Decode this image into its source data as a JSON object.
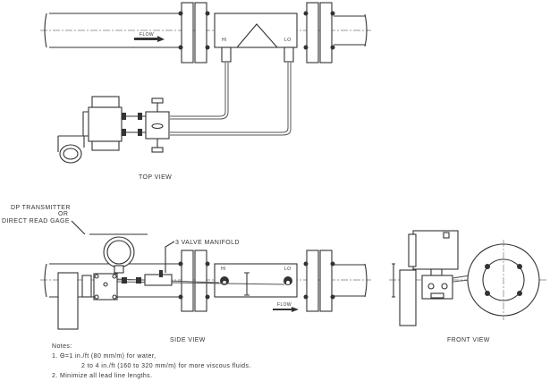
{
  "top_view": {
    "title": "TOP VIEW",
    "flow": "FLOW",
    "hi": "HI",
    "lo": "LO"
  },
  "side_view": {
    "title": "SIDE VIEW",
    "transmitter_label_1": "DP TRANSMITTER",
    "transmitter_label_2": "OR",
    "transmitter_label_3": "DIRECT READ GAGE",
    "manifold_label": "3 VALVE MANIFOLD",
    "flow": "FLOW",
    "hi": "HI",
    "lo": "LO"
  },
  "front_view": {
    "title": "FRONT VIEW"
  },
  "notes": {
    "heading": "Notes:",
    "items": [
      "1.   Θ=1 in./ft (80 mm/m) for water,",
      "2 to 4 in./ft (160 to 320 mm/m) for more viscous fluids.",
      "2.   Minimize all lead line lengths."
    ]
  }
}
